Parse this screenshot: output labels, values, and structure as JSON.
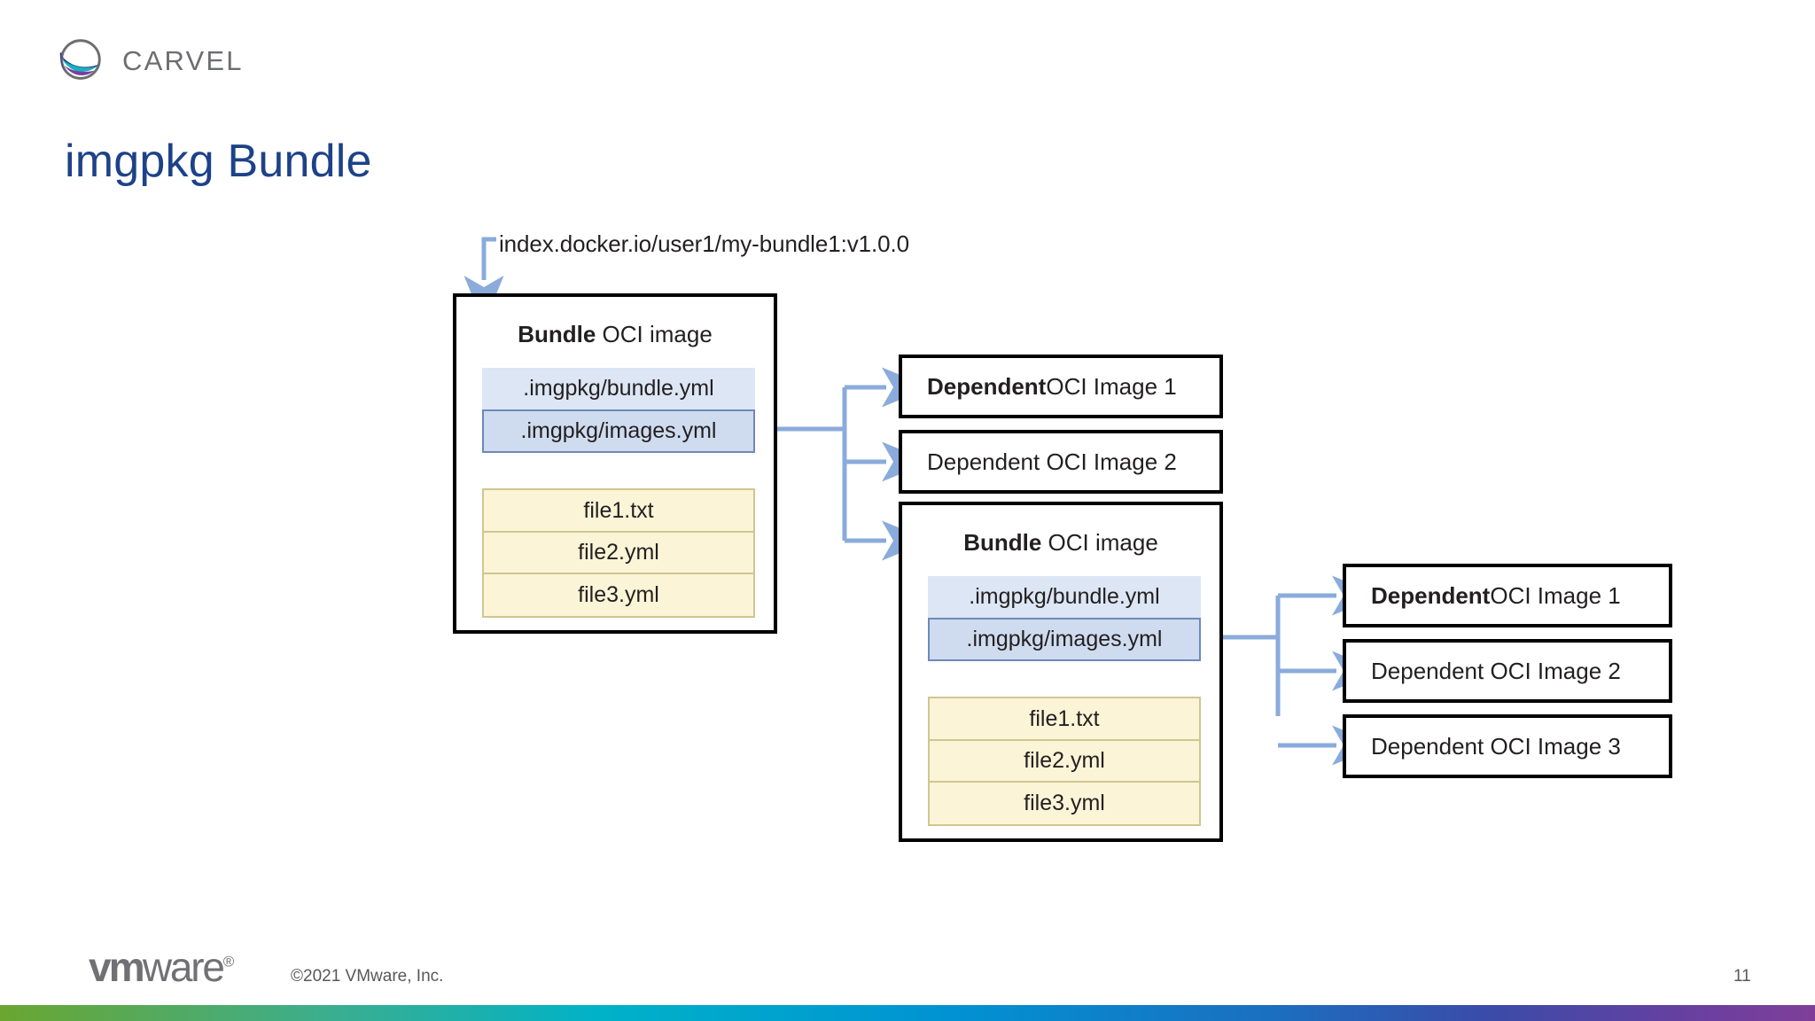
{
  "brand": {
    "name": "CARVEL",
    "logo_icon": "carvel-boat-icon"
  },
  "title": "imgpkg Bundle",
  "diagram": {
    "url_label": "index.docker.io/user1/my-bundle1:v1.0.0",
    "outer_bundle": {
      "heading_bold": "Bundle",
      "heading_rest": " OCI image",
      "yml_rows": [
        {
          "label": ".imgpkg/bundle.yml",
          "highlighted": false
        },
        {
          "label": ".imgpkg/images.yml",
          "highlighted": true
        }
      ],
      "files": [
        "file1.txt",
        "file2.yml",
        "file3.yml"
      ]
    },
    "mid_dependents": [
      {
        "bold": "Dependent",
        "rest": " OCI Image 1",
        "emphasis": true
      },
      {
        "bold": "",
        "rest": "Dependent OCI Image 2",
        "emphasis": false
      }
    ],
    "nested_bundle": {
      "heading_bold": "Bundle",
      "heading_rest": " OCI image",
      "yml_rows": [
        {
          "label": ".imgpkg/bundle.yml",
          "highlighted": false
        },
        {
          "label": ".imgpkg/images.yml",
          "highlighted": true
        }
      ],
      "files": [
        "file1.txt",
        "file2.yml",
        "file3.yml"
      ]
    },
    "right_dependents": [
      {
        "bold": "Dependent",
        "rest": " OCI Image 1",
        "emphasis": true
      },
      {
        "bold": "",
        "rest": "Dependent OCI Image 2",
        "emphasis": false
      },
      {
        "bold": "",
        "rest": "Dependent OCI Image 3",
        "emphasis": false
      }
    ],
    "colors": {
      "connector": "#8aabdb",
      "yml_plain_fill": "#dce6f4",
      "yml_highlight_fill": "#cfdcef",
      "yml_highlight_border": "#6e88bc",
      "file_fill": "#fbf4d7",
      "file_border": "#cfc690",
      "box_border": "#000000"
    }
  },
  "footer": {
    "logo_bold": "vm",
    "logo_rest": "ware",
    "logo_reg": "®",
    "copyright": "©2021 VMware, Inc.",
    "page_number": "11",
    "bar_colors": [
      "#6aa630",
      "#00b2c8",
      "#0093d3",
      "#3b4ba8",
      "#7f3f98"
    ]
  }
}
